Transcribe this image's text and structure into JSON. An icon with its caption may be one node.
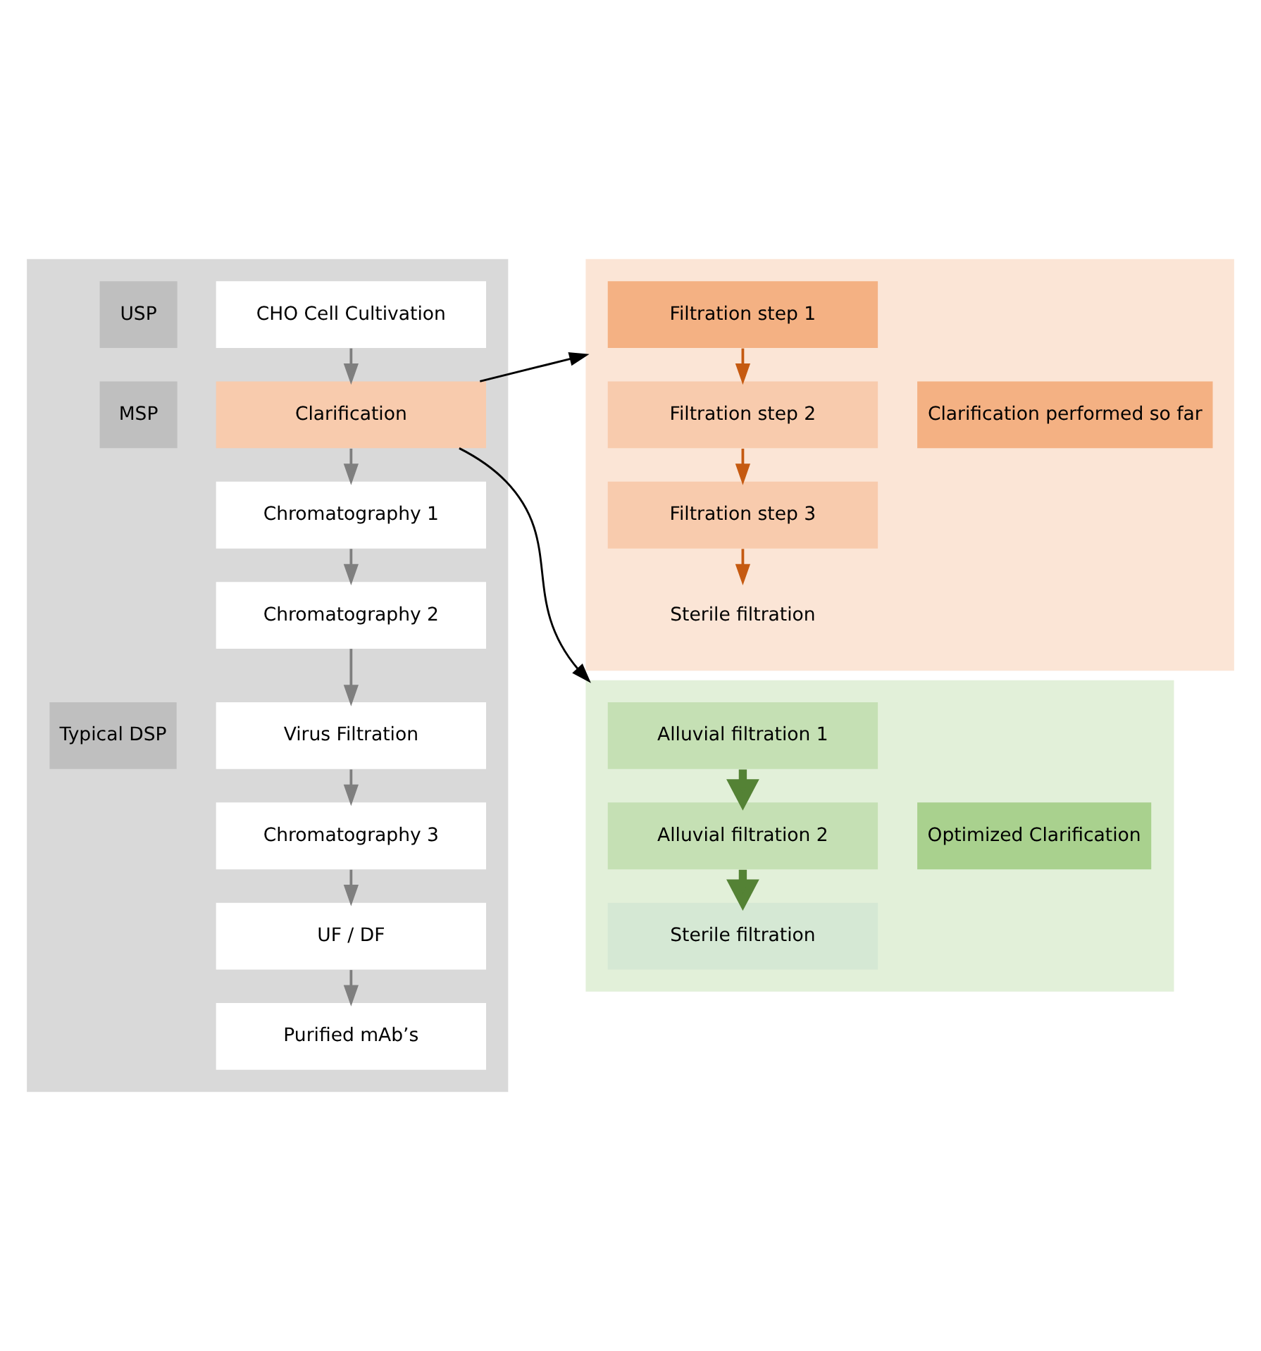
{
  "diagram": {
    "nodes": [
      {
        "text": [],
        "shape": "box"
      },
      {
        "text": [
          "USP"
        ],
        "in": 0
      },
      {
        "text": [
          "CHO Cell Cultivation"
        ],
        "in": 0
      },
      {
        "text": [
          "MSP"
        ],
        "in": 0
      },
      {
        "text": [
          "Clarification"
        ],
        "in": 0
      },
      {
        "text": [
          "Typical DSP"
        ],
        "in": 0
      },
      {
        "text": [
          "Chromatography 1"
        ],
        "in": 0
      },
      {
        "text": [
          "Chromatography 2"
        ],
        "in": 0
      },
      {
        "text": [
          "Virus Filtration"
        ],
        "in": 0
      },
      {
        "text": [
          "Chromatography 3"
        ],
        "in": 0
      },
      {
        "text": [
          "UF / DF"
        ],
        "in": 0
      },
      {
        "text": [
          "Purified mAb’s"
        ],
        "in": 0
      },
      {
        "text": [],
        "shape": "box"
      },
      {
        "text": [
          "Filtration step 1"
        ],
        "in": 12
      },
      {
        "text": [
          "Filtration step 2"
        ],
        "in": 12
      },
      {
        "text": [
          "Filtration step 3"
        ],
        "in": 12
      },
      {
        "text": [
          "Sterile filtration"
        ],
        "in": 12
      },
      {
        "text": [
          "Clarification performed so far"
        ],
        "in": 12
      },
      {
        "text": [],
        "shape": "box"
      },
      {
        "text": [
          "Alluvial filtration 1"
        ],
        "in": 18
      },
      {
        "text": [
          "Alluvial filtration 2"
        ],
        "in": 18
      },
      {
        "text": [
          "Sterile filtration"
        ],
        "in": 18
      },
      {
        "text": [
          "Optimized Clarification"
        ],
        "in": 18
      }
    ],
    "edges": [
      {
        "from": 2,
        "to": 4,
        "arrow": "to"
      },
      {
        "from": 4,
        "to": 6,
        "arrow": "to"
      },
      {
        "from": 6,
        "to": 7,
        "arrow": "to"
      },
      {
        "from": 7,
        "to": 8,
        "arrow": "to"
      },
      {
        "from": 8,
        "to": 9,
        "arrow": "to"
      },
      {
        "from": 9,
        "to": 10,
        "arrow": "to"
      },
      {
        "from": 10,
        "to": 11,
        "arrow": "to"
      },
      {
        "from": 4,
        "to": 12,
        "arrow": "to",
        "color": "#000000"
      },
      {
        "from": 4,
        "to": 18,
        "arrow": "to",
        "color": "#000000"
      },
      {
        "from": 13,
        "to": 14,
        "arrow": "to",
        "color": "#c55a11"
      },
      {
        "from": 14,
        "to": 15,
        "arrow": "to",
        "color": "#c55a11"
      },
      {
        "from": 15,
        "to": 16,
        "arrow": "to",
        "color": "#c55a11"
      },
      {
        "from": 19,
        "to": 20,
        "arrow": "to",
        "style": "thick",
        "color": "#548235"
      },
      {
        "from": 20,
        "to": 21,
        "arrow": "to",
        "style": "thick",
        "color": "#548235"
      }
    ]
  }
}
